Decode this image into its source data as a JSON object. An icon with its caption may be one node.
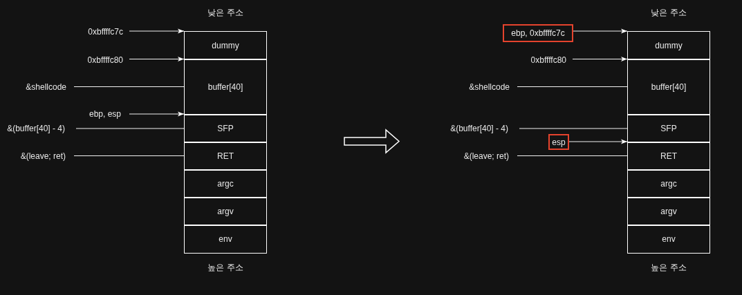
{
  "diagram": {
    "nodes": [
      {
        "text": [
          "0xbffffc7c"
        ]
      },
      {
        "text": [
          "dummy"
        ]
      },
      {
        "text": [
          "0xbffffc80"
        ]
      },
      {
        "text": [
          "&shellcode"
        ]
      },
      {
        "text": [
          "buffer[40]"
        ]
      },
      {
        "text": [
          "ebp, esp"
        ]
      },
      {
        "text": [
          "&(buffer[40] - 4)"
        ]
      },
      {
        "text": [
          "SFP"
        ]
      },
      {
        "text": [
          "&(leave; ret)"
        ]
      },
      {
        "text": [
          "RET"
        ]
      },
      {
        "text": [
          "argc"
        ]
      },
      {
        "text": [
          "argv"
        ]
      },
      {
        "text": [
          "env"
        ]
      },
      {
        "text": [
          "ebp, 0xbffffc7c"
        ]
      },
      {
        "text": [
          "dummy"
        ]
      },
      {
        "text": [
          "0xbffffc80"
        ]
      },
      {
        "text": [
          "&shellcode"
        ]
      },
      {
        "text": [
          "buffer[40]"
        ]
      },
      {
        "text": [
          "&(buffer[40] - 4)"
        ]
      },
      {
        "text": [
          "SFP"
        ]
      },
      {
        "text": [
          "esp"
        ]
      },
      {
        "text": [
          "&(leave; ret)"
        ]
      },
      {
        "text": [
          "RET"
        ]
      },
      {
        "text": [
          "argc"
        ]
      },
      {
        "text": [
          "argv"
        ]
      },
      {
        "text": [
          "env"
        ]
      }
    ],
    "edges": [
      {
        "from": 0,
        "to": 1,
        "arrow": "to"
      },
      {
        "from": 2,
        "to": 4,
        "arrow": "to"
      },
      {
        "from": 3,
        "to": 4,
        "arrow": "none"
      },
      {
        "from": 5,
        "to": 7,
        "arrow": "to"
      },
      {
        "from": 6,
        "to": 7,
        "arrow": "none"
      },
      {
        "from": 8,
        "to": 9,
        "arrow": "none"
      },
      {
        "from": 13,
        "to": 14,
        "arrow": "to"
      },
      {
        "from": 15,
        "to": 17,
        "arrow": "to"
      },
      {
        "from": 16,
        "to": 17,
        "arrow": "none"
      },
      {
        "from": 18,
        "to": 19,
        "arrow": "none"
      },
      {
        "from": 20,
        "to": 22,
        "arrow": "to"
      },
      {
        "from": 21,
        "to": 22,
        "arrow": "none"
      }
    ],
    "labels": [
      "낮은 주소",
      "낮은 주소",
      "높은 주소",
      "높은 주소"
    ]
  }
}
